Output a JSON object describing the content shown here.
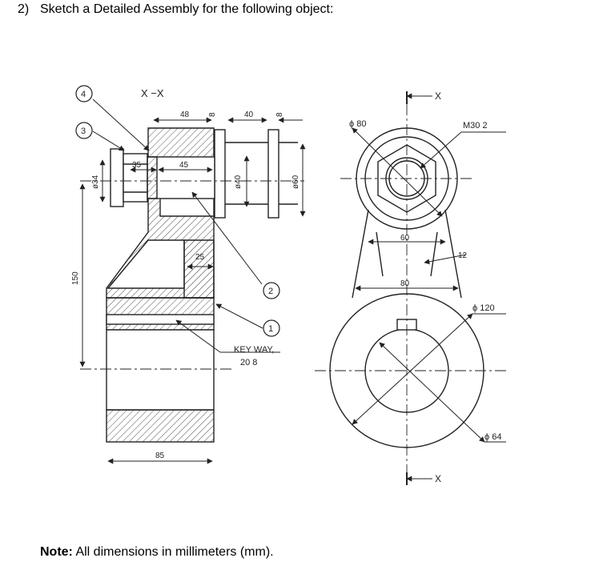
{
  "question": {
    "number": "2)",
    "text": "Sketch a Detailed Assembly for the following object:"
  },
  "note": {
    "label": "Note:",
    "text": "All dimensions in millimeters (mm)."
  },
  "section": {
    "label": "X −X"
  },
  "part_numbers": [
    "4",
    "3",
    "2",
    "1"
  ],
  "front_view_dims": {
    "d48": "48",
    "d8a": "8",
    "d40": "40",
    "d8b": "8",
    "d35": "35",
    "d45": "45",
    "d34": "ø34",
    "d40dia": "ø40",
    "d60dia": "ø60",
    "d25": "25",
    "d150": "150",
    "d85": "85"
  },
  "keyway": {
    "line1": "KEY WAY,",
    "line2": "20  8"
  },
  "side_view_dims": {
    "d80dia": "ϕ 80",
    "m30": "M30  2",
    "d60": "60",
    "d12": "12",
    "d80": "80",
    "d120": "ϕ 120",
    "d64": "ϕ 64",
    "x_top": "X",
    "x_bottom": "X"
  },
  "colors": {
    "line": "#222222",
    "hatch": "#555555"
  }
}
